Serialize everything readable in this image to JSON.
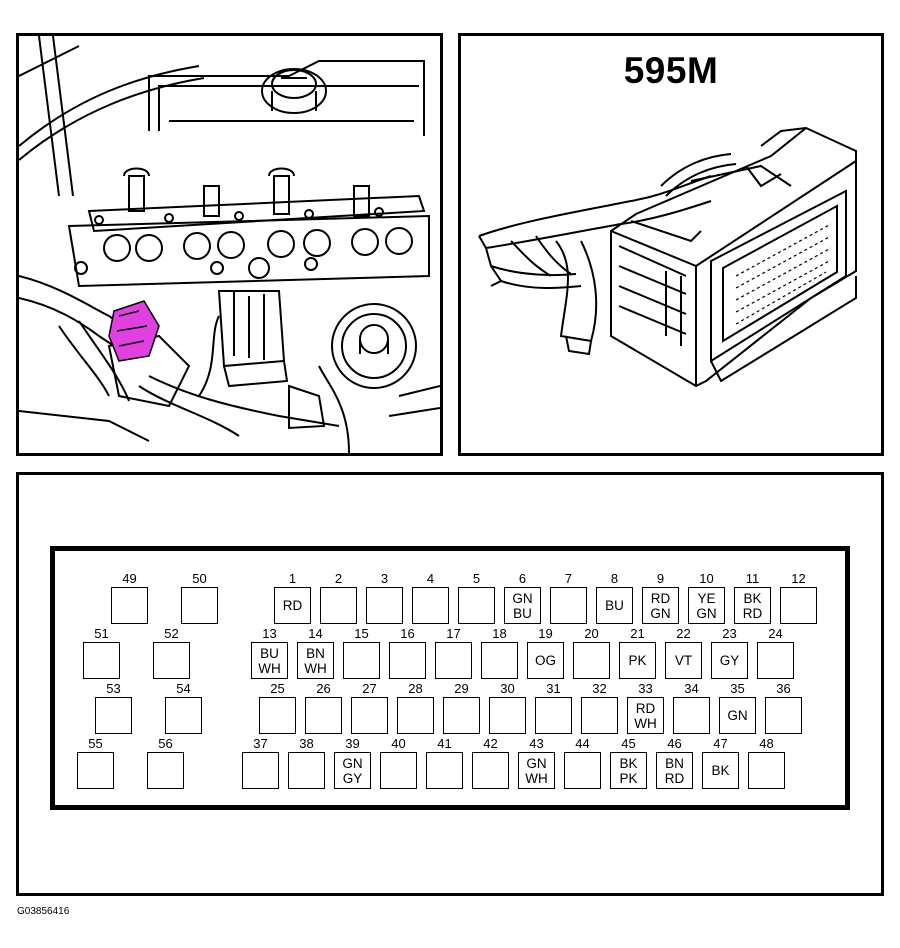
{
  "connector": {
    "id": "595M"
  },
  "figure_code": "G03856416",
  "colors": {
    "line": "#000000",
    "highlight": "#e040e0",
    "background": "#ffffff"
  },
  "pins": [
    {
      "n": "49",
      "w": []
    },
    {
      "n": "50",
      "w": []
    },
    {
      "n": "1",
      "w": [
        "RD"
      ]
    },
    {
      "n": "2",
      "w": []
    },
    {
      "n": "3",
      "w": []
    },
    {
      "n": "4",
      "w": []
    },
    {
      "n": "5",
      "w": []
    },
    {
      "n": "6",
      "w": [
        "GN",
        "BU"
      ]
    },
    {
      "n": "7",
      "w": []
    },
    {
      "n": "8",
      "w": [
        "BU"
      ]
    },
    {
      "n": "9",
      "w": [
        "RD",
        "GN"
      ]
    },
    {
      "n": "10",
      "w": [
        "YE",
        "GN"
      ]
    },
    {
      "n": "11",
      "w": [
        "BK",
        "RD"
      ]
    },
    {
      "n": "12",
      "w": []
    },
    {
      "n": "51",
      "w": []
    },
    {
      "n": "52",
      "w": []
    },
    {
      "n": "13",
      "w": [
        "BU",
        "WH"
      ]
    },
    {
      "n": "14",
      "w": [
        "BN",
        "WH"
      ]
    },
    {
      "n": "15",
      "w": []
    },
    {
      "n": "16",
      "w": []
    },
    {
      "n": "17",
      "w": []
    },
    {
      "n": "18",
      "w": []
    },
    {
      "n": "19",
      "w": [
        "OG"
      ]
    },
    {
      "n": "20",
      "w": []
    },
    {
      "n": "21",
      "w": [
        "PK"
      ]
    },
    {
      "n": "22",
      "w": [
        "VT"
      ]
    },
    {
      "n": "23",
      "w": [
        "GY"
      ]
    },
    {
      "n": "24",
      "w": []
    },
    {
      "n": "53",
      "w": []
    },
    {
      "n": "54",
      "w": []
    },
    {
      "n": "25",
      "w": []
    },
    {
      "n": "26",
      "w": []
    },
    {
      "n": "27",
      "w": []
    },
    {
      "n": "28",
      "w": []
    },
    {
      "n": "29",
      "w": []
    },
    {
      "n": "30",
      "w": []
    },
    {
      "n": "31",
      "w": []
    },
    {
      "n": "32",
      "w": []
    },
    {
      "n": "33",
      "w": [
        "RD",
        "WH"
      ]
    },
    {
      "n": "34",
      "w": []
    },
    {
      "n": "35",
      "w": [
        "GN"
      ]
    },
    {
      "n": "36",
      "w": []
    },
    {
      "n": "55",
      "w": []
    },
    {
      "n": "56",
      "w": []
    },
    {
      "n": "37",
      "w": []
    },
    {
      "n": "38",
      "w": []
    },
    {
      "n": "39",
      "w": [
        "GN",
        "GY"
      ]
    },
    {
      "n": "40",
      "w": []
    },
    {
      "n": "41",
      "w": []
    },
    {
      "n": "42",
      "w": []
    },
    {
      "n": "43",
      "w": [
        "GN",
        "WH"
      ]
    },
    {
      "n": "44",
      "w": []
    },
    {
      "n": "45",
      "w": [
        "BK",
        "PK"
      ]
    },
    {
      "n": "46",
      "w": [
        "BN",
        "RD"
      ]
    },
    {
      "n": "47",
      "w": [
        "BK"
      ]
    },
    {
      "n": "48",
      "w": []
    }
  ]
}
